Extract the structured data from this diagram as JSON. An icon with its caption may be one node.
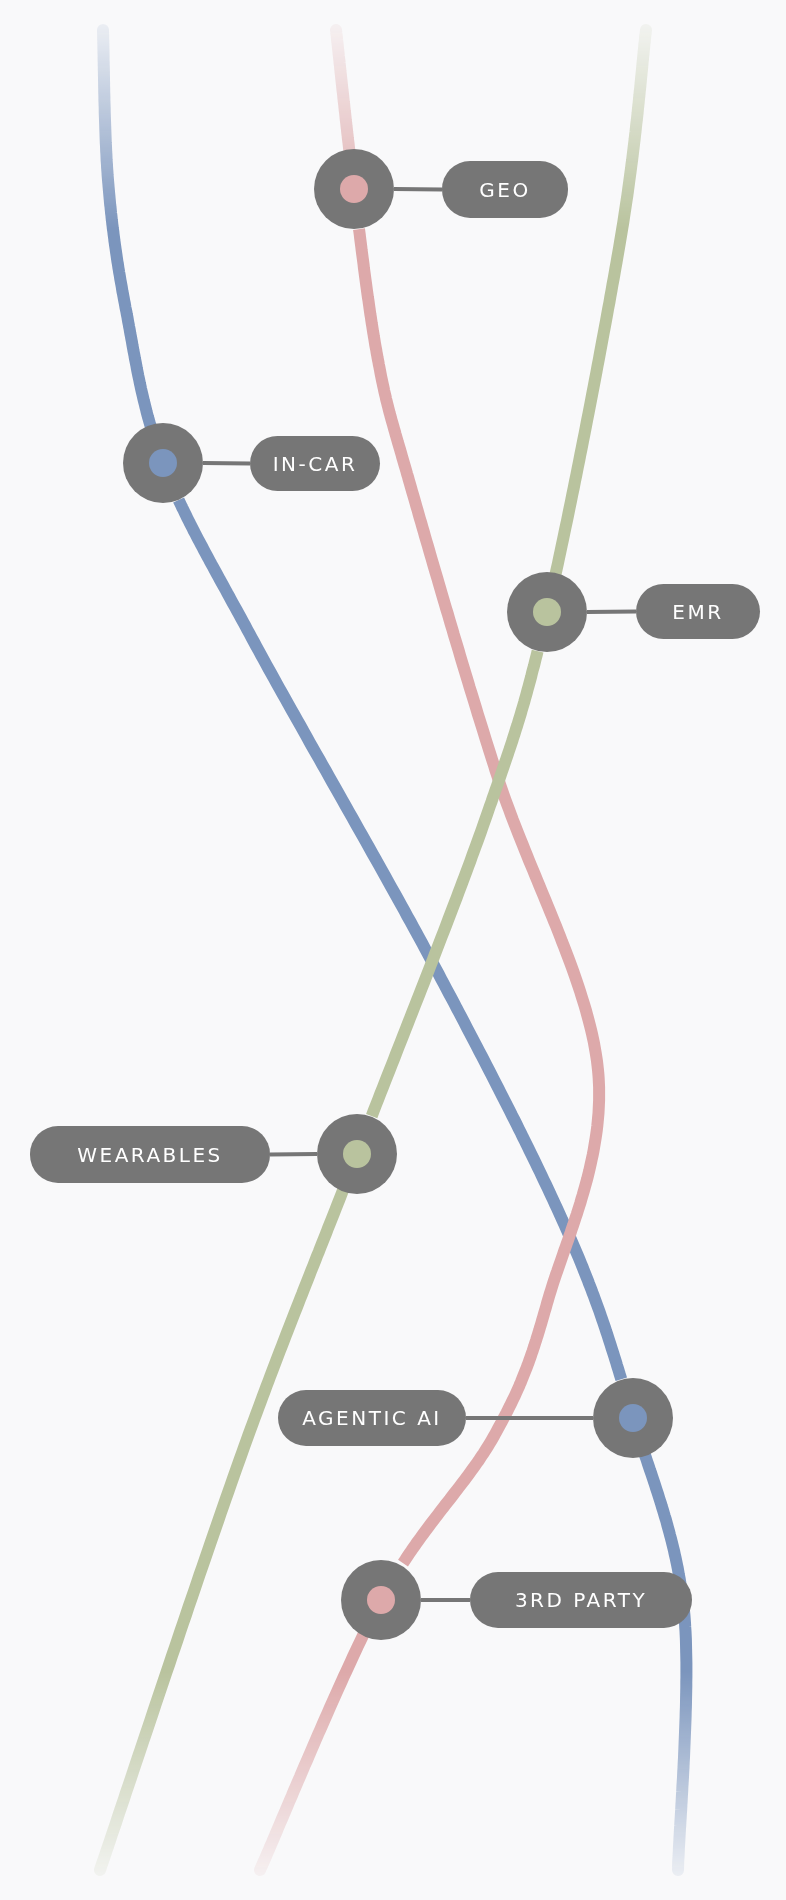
{
  "diagram": {
    "nodes": [
      {
        "text": [
          "GEO"
        ]
      },
      {
        "text": [
          "IN-CAR"
        ]
      },
      {
        "text": [
          "EMR"
        ]
      },
      {
        "text": [
          "WEARABLES"
        ]
      },
      {
        "text": [
          "AGENTIC AI"
        ]
      },
      {
        "text": [
          "3RD PARTY"
        ]
      },
      {
        "text": [],
        "shape": "circle"
      },
      {
        "text": [],
        "shape": "circle"
      },
      {
        "text": [],
        "shape": "circle"
      },
      {
        "text": [],
        "shape": "circle"
      },
      {
        "text": [],
        "shape": "circle"
      },
      {
        "text": [],
        "shape": "circle"
      }
    ],
    "edges": [
      {
        "from": 6,
        "to": 0,
        "arrow": "none"
      },
      {
        "from": 7,
        "to": 1,
        "arrow": "none"
      },
      {
        "from": 8,
        "to": 2,
        "arrow": "none"
      },
      {
        "from": 9,
        "to": 3,
        "arrow": "none"
      },
      {
        "from": 10,
        "to": 4,
        "arrow": "none"
      },
      {
        "from": 11,
        "to": 5,
        "arrow": "none"
      },
      {
        "from": 7,
        "to": 10,
        "arrow": "none",
        "style": "thick",
        "color": "#7b95bd"
      },
      {
        "from": 6,
        "to": 11,
        "arrow": "none",
        "style": "thick",
        "color": "#dda9aa"
      },
      {
        "from": 8,
        "to": 9,
        "arrow": "none",
        "style": "thick",
        "color": "#b9c39e"
      }
    ]
  }
}
